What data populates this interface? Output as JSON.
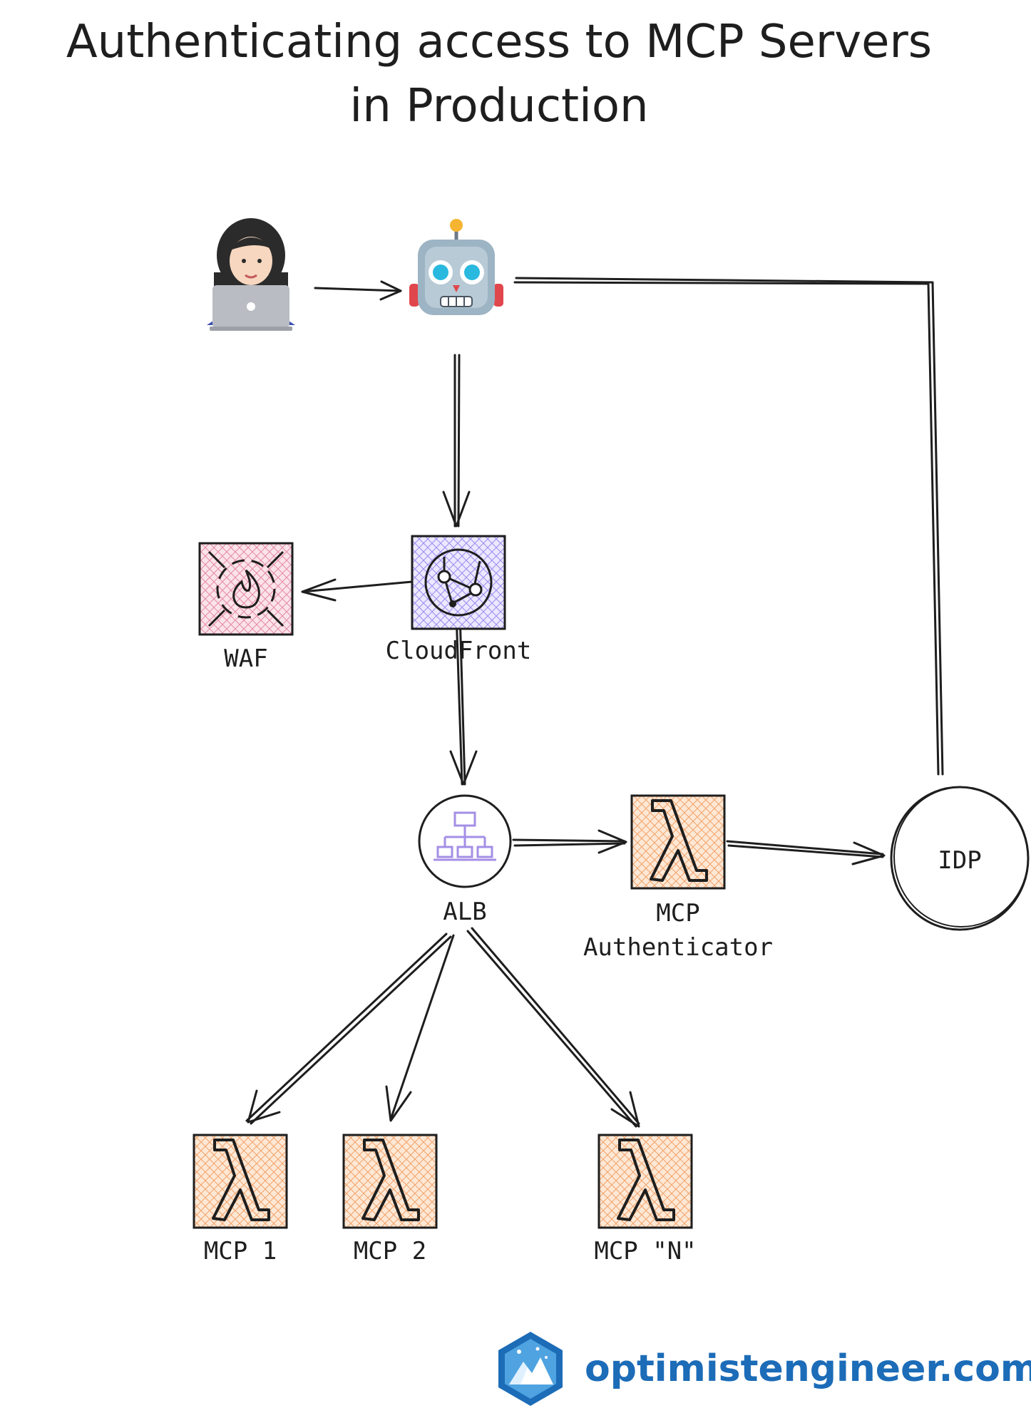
{
  "title": {
    "line1": "Authenticating access to MCP Servers",
    "line2": "in Production"
  },
  "nodes": {
    "user": {
      "icon": "woman-technologist-icon"
    },
    "agent": {
      "icon": "robot-icon"
    },
    "waf": {
      "label": "WAF",
      "icon": "firewall-icon",
      "color": "#e8a0b4"
    },
    "cloudfront": {
      "label": "CloudFront",
      "icon": "cloudfront-network-icon",
      "color": "#a79bf0"
    },
    "alb": {
      "label": "ALB",
      "icon": "load-balancer-icon",
      "color": "#b9a6ea"
    },
    "authenticator": {
      "label_line1": "MCP",
      "label_line2": "Authenticator",
      "icon": "lambda-icon",
      "color": "#f5a56b"
    },
    "idp": {
      "label": "IDP"
    },
    "mcp1": {
      "label": "MCP 1",
      "icon": "lambda-icon",
      "color": "#f5a56b"
    },
    "mcp2": {
      "label": "MCP 2",
      "icon": "lambda-icon",
      "color": "#f5a56b"
    },
    "mcpn": {
      "label": "MCP \"N\"",
      "icon": "lambda-icon",
      "color": "#f5a56b"
    }
  },
  "edges": [
    {
      "from": "user",
      "to": "agent"
    },
    {
      "from": "agent",
      "to": "cloudfront"
    },
    {
      "from": "cloudfront",
      "to": "waf"
    },
    {
      "from": "cloudfront",
      "to": "alb"
    },
    {
      "from": "alb",
      "to": "authenticator"
    },
    {
      "from": "authenticator",
      "to": "idp"
    },
    {
      "from": "idp",
      "to": "agent"
    },
    {
      "from": "alb",
      "to": "mcp1"
    },
    {
      "from": "alb",
      "to": "mcp2"
    },
    {
      "from": "alb",
      "to": "mcpn"
    }
  ],
  "brand": {
    "text": "optimistengineer.com",
    "logo_icon": "mountain-badge-icon",
    "color": "#1c6cb8"
  }
}
